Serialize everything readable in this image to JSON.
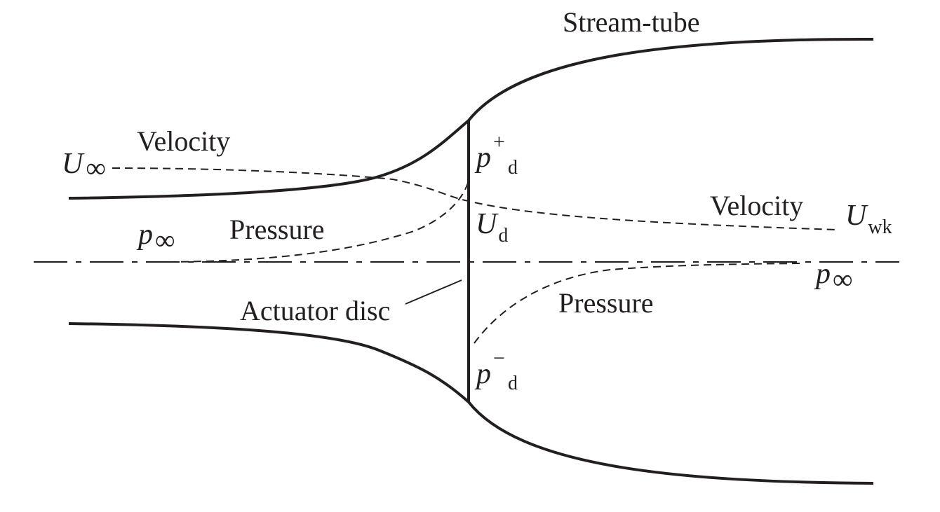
{
  "labels": {
    "stream_tube": "Stream-tube",
    "velocity_upstream": "Velocity",
    "velocity_downstream": "Velocity",
    "pressure_upstream": "Pressure",
    "pressure_downstream": "Pressure",
    "actuator_disc": "Actuator disc"
  },
  "symbols": {
    "u_inf": {
      "base": "U",
      "sub": "∞"
    },
    "p_inf_left": {
      "base": "p",
      "sub": "∞"
    },
    "p_inf_right": {
      "base": "p",
      "sub": "∞"
    },
    "p_d_plus": {
      "base": "p",
      "sup": "+",
      "sub": "d"
    },
    "p_d_minus": {
      "base": "p",
      "sup": "−",
      "sub": "d"
    },
    "u_d": {
      "base": "U",
      "sub": "d"
    },
    "u_wk": {
      "base": "U",
      "sub": "wk"
    }
  },
  "colors": {
    "ink": "#231f20",
    "background": "#ffffff"
  }
}
